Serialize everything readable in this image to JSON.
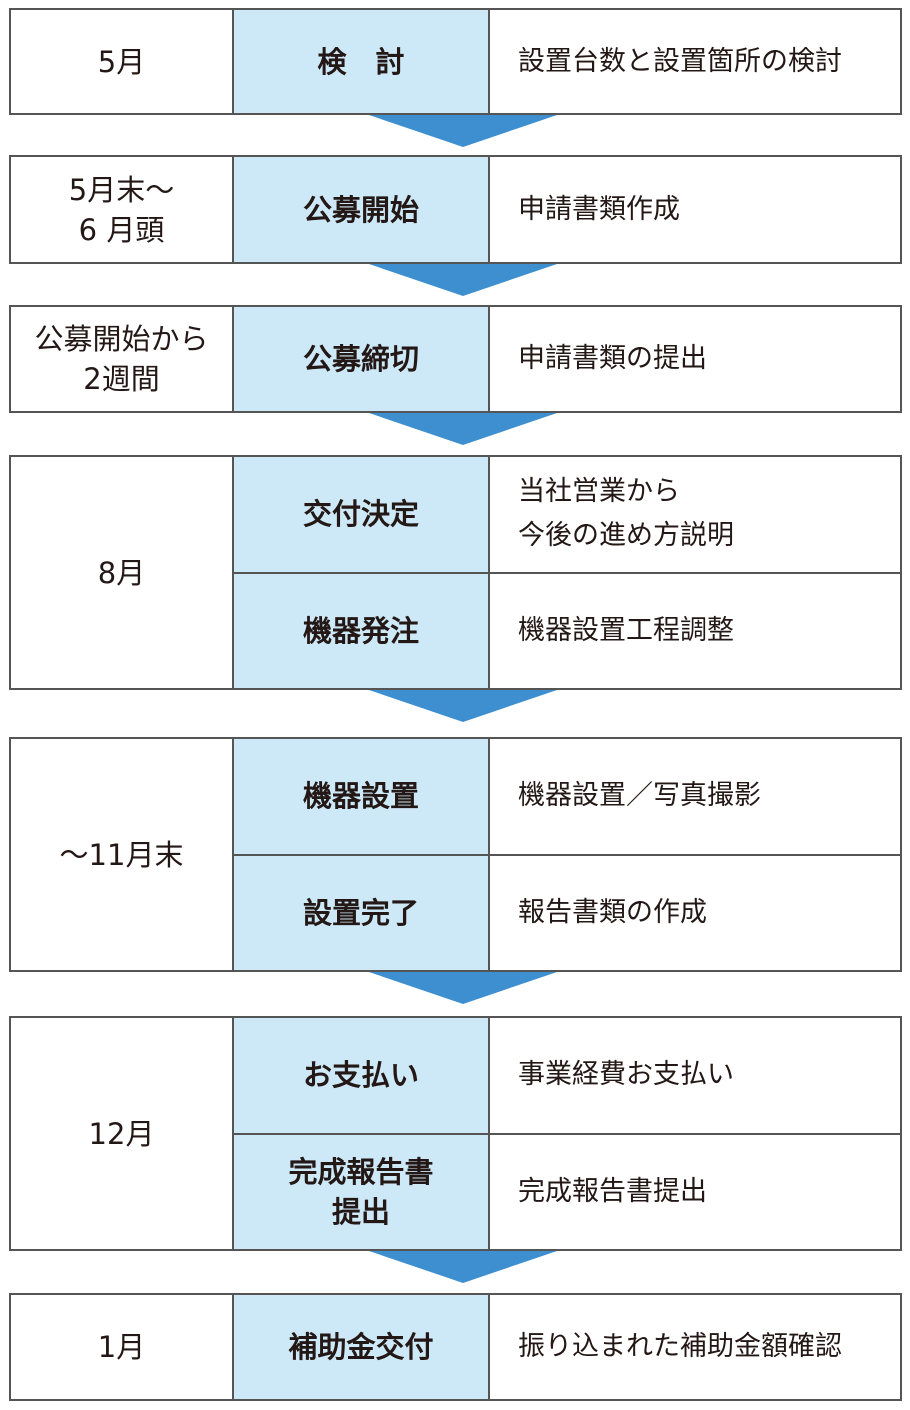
{
  "colors": {
    "border": "#555555",
    "title_bg": "#cde9f7",
    "arrow": "#3d8fcf"
  },
  "steps": [
    {
      "when": "5月",
      "rows": [
        {
          "title": "検　討",
          "detail": "設置台数と設置箇所の検討"
        }
      ]
    },
    {
      "when": "5月末～\n6 月頭",
      "rows": [
        {
          "title": "公募開始",
          "detail": "申請書類作成"
        }
      ]
    },
    {
      "when": "公募開始から\n2週間",
      "rows": [
        {
          "title": "公募締切",
          "detail": "申請書類の提出"
        }
      ]
    },
    {
      "when": "8月",
      "rows": [
        {
          "title": "交付決定",
          "detail": "当社営業から\n今後の進め方説明"
        },
        {
          "title": "機器発注",
          "detail": "機器設置工程調整"
        }
      ]
    },
    {
      "when": "～11月末",
      "rows": [
        {
          "title": "機器設置",
          "detail": "機器設置／写真撮影"
        },
        {
          "title": "設置完了",
          "detail": "報告書類の作成"
        }
      ]
    },
    {
      "when": "12月",
      "rows": [
        {
          "title": "お支払い",
          "detail": "事業経費お支払い"
        },
        {
          "title": "完成報告書\n提出",
          "detail": "完成報告書提出"
        }
      ]
    },
    {
      "when": "1月",
      "rows": [
        {
          "title": "補助金交付",
          "detail": "振り込まれた補助金額確認"
        }
      ]
    }
  ]
}
